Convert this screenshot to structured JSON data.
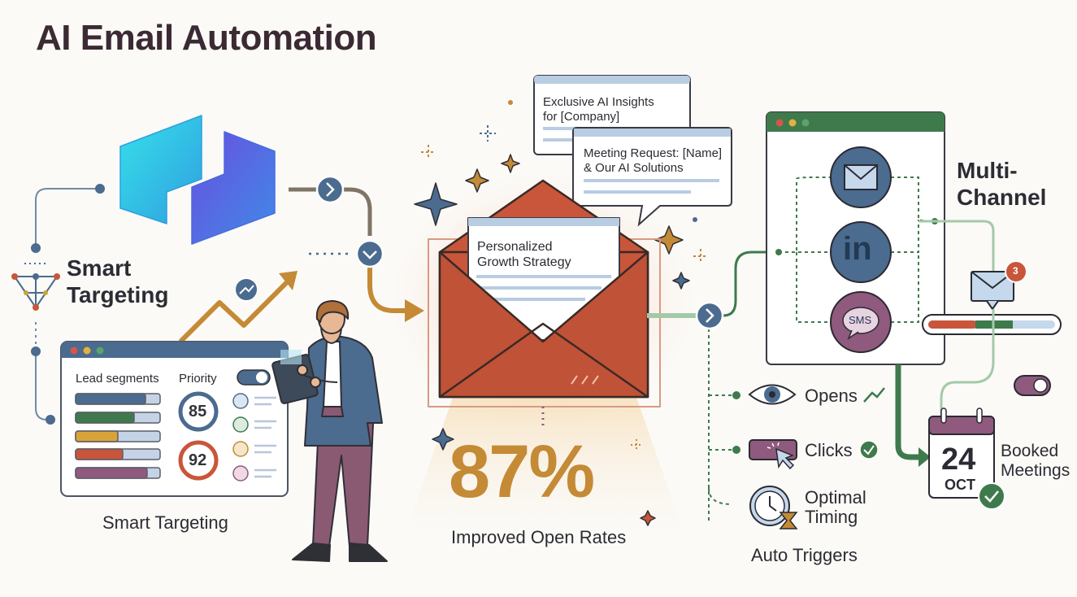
{
  "title": "AI Email Automation",
  "smart_targeting": {
    "heading": "Smart Targeting",
    "panel": {
      "lead_segments_label": "Lead segments",
      "priority_label": "Priority",
      "scores": [
        "85",
        "92"
      ],
      "caption": "Smart Targeting"
    }
  },
  "email_cards": [
    {
      "line1": "Exclusive AI Insights",
      "line2": "for [Company]"
    },
    {
      "line1": "Meeting Request: [Name]",
      "line2": "& Our AI Solutions"
    }
  ],
  "envelope_letter": {
    "line1": "Personalized",
    "line2": "Growth Strategy"
  },
  "stat": {
    "value": "87%",
    "label": "Improved Open Rates"
  },
  "multichannel": {
    "heading_line1": "Multi-",
    "heading_line2": "Channel",
    "channels": [
      {
        "icon": "mail-icon"
      },
      {
        "icon": "linkedin-icon",
        "text": "in"
      },
      {
        "icon": "sms-icon",
        "text": "SMS"
      }
    ],
    "notification_count": "3"
  },
  "triggers": {
    "items": [
      {
        "label": "Opens",
        "icon": "eye-icon"
      },
      {
        "label": "Clicks",
        "icon": "cursor-click-icon"
      },
      {
        "label_line1": "Optimal",
        "label_line2": "Timing",
        "icon": "clock-hourglass-icon"
      }
    ],
    "caption": "Auto Triggers"
  },
  "booked": {
    "day": "24",
    "month": "OCT",
    "label_line1": "Booked",
    "label_line2": "Meetings"
  },
  "colors": {
    "teal": "#2fd0e4",
    "violet": "#5a4fe0",
    "orange": "#c9563a",
    "gold": "#c48a35",
    "slate": "#4b6b8f",
    "green": "#3f7a4d"
  }
}
